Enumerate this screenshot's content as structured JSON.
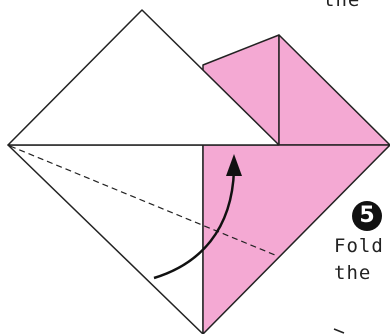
{
  "diagram": {
    "step_number": "5",
    "instruction_lines": [
      "Fold",
      "the"
    ],
    "top_text": "the",
    "colors": {
      "paper_front": "#ffffff",
      "paper_back": "#f4a9d3",
      "outline": "#222222",
      "arrow": "#111111"
    }
  }
}
